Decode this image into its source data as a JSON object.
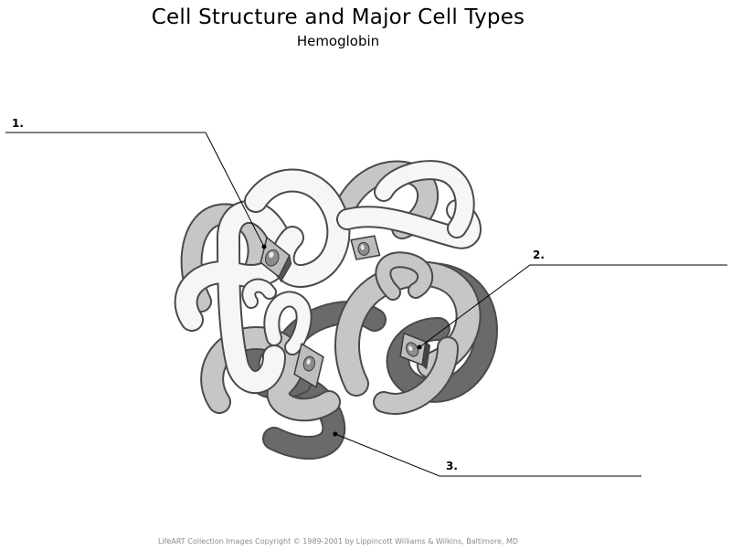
{
  "title": "Cell Structure and Major Cell Types",
  "subtitle": "Hemoglobin",
  "labels": [
    {
      "number": "1."
    },
    {
      "number": "2."
    },
    {
      "number": "3."
    }
  ],
  "credit": "LifeART Collection Images Copyright © 1989-2001 by Lippincott Williams & Wilkins, Baltimore, MD",
  "colors": {
    "ribbon_light": "#f6f6f6",
    "ribbon_mid": "#c6c6c6",
    "ribbon_dark": "#6a6a6a",
    "outline": "#4a4a4a",
    "heme": "#8c8c8c"
  }
}
